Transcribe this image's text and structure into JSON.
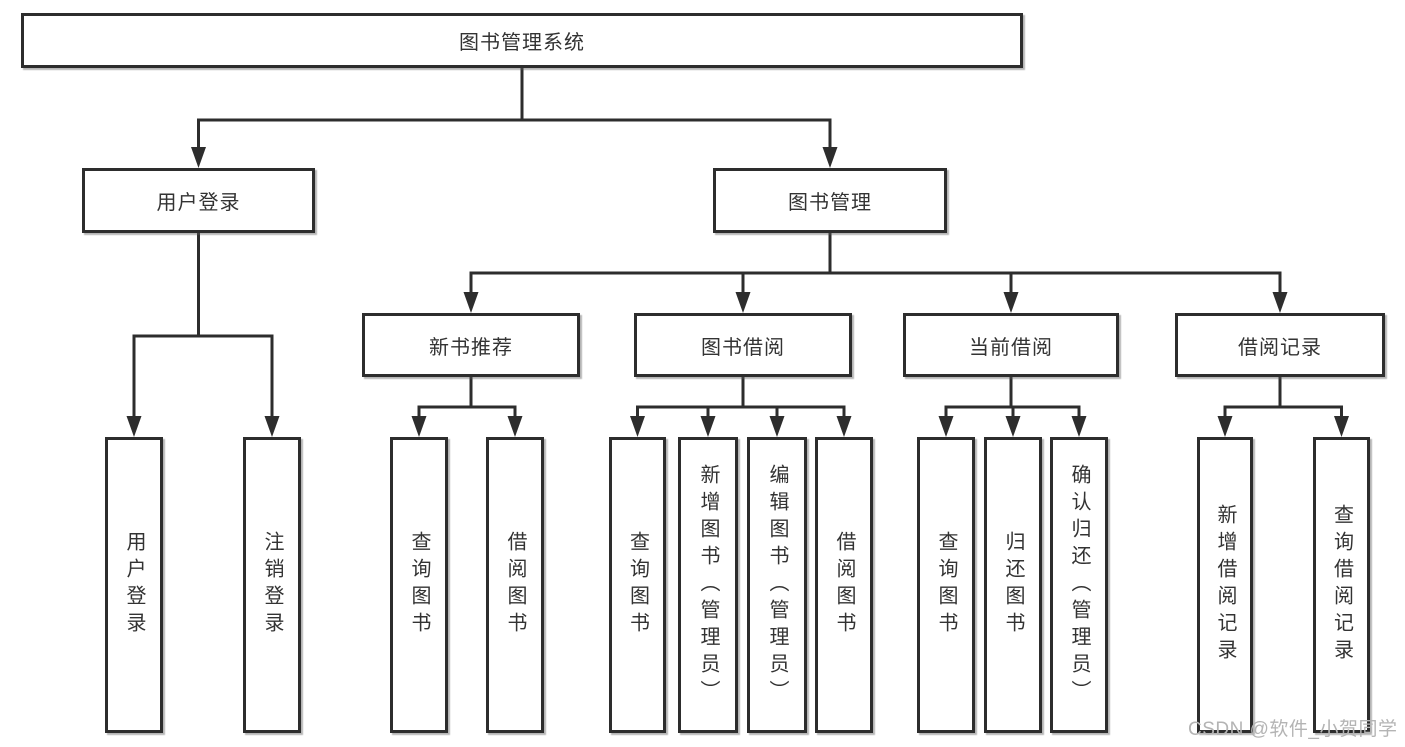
{
  "diagram": {
    "title": "图书管理系统",
    "watermark": "CSDN @软件_小贺同学",
    "colors": {
      "line": "#2d2d2d",
      "border": "#2d2d2d",
      "text": "#333333",
      "watermark": "#b4b4b4",
      "background": "#ffffff"
    },
    "nodes": {
      "root": {
        "label": "图书管理系统"
      },
      "user_login": {
        "label": "用户登录"
      },
      "book_mgmt": {
        "label": "图书管理"
      },
      "new_books": {
        "label": "新书推荐"
      },
      "book_borrow": {
        "label": "图书借阅"
      },
      "current_borrow": {
        "label": "当前借阅"
      },
      "borrow_records": {
        "label": "借阅记录"
      },
      "login": {
        "label": "用户登录"
      },
      "logout": {
        "label": "注销登录"
      },
      "nb_query": {
        "label": "查询图书"
      },
      "nb_borrow": {
        "label": "借阅图书"
      },
      "bb_query": {
        "label": "查询图书"
      },
      "bb_add": {
        "label": "新增图书（管理员）"
      },
      "bb_edit": {
        "label": "编辑图书（管理员）"
      },
      "bb_borrow": {
        "label": "借阅图书"
      },
      "cb_query": {
        "label": "查询图书"
      },
      "cb_return": {
        "label": "归还图书"
      },
      "cb_confirm": {
        "label": "确认归还（管理员）"
      },
      "br_add": {
        "label": "新增借阅记录"
      },
      "br_query": {
        "label": "查询借阅记录"
      }
    },
    "edges": [
      {
        "from": "root",
        "to": "user_login"
      },
      {
        "from": "root",
        "to": "book_mgmt"
      },
      {
        "from": "user_login",
        "to": "login"
      },
      {
        "from": "user_login",
        "to": "logout"
      },
      {
        "from": "book_mgmt",
        "to": "new_books"
      },
      {
        "from": "book_mgmt",
        "to": "book_borrow"
      },
      {
        "from": "book_mgmt",
        "to": "current_borrow"
      },
      {
        "from": "book_mgmt",
        "to": "borrow_records"
      },
      {
        "from": "new_books",
        "to": "nb_query"
      },
      {
        "from": "new_books",
        "to": "nb_borrow"
      },
      {
        "from": "book_borrow",
        "to": "bb_query"
      },
      {
        "from": "book_borrow",
        "to": "bb_add"
      },
      {
        "from": "book_borrow",
        "to": "bb_edit"
      },
      {
        "from": "book_borrow",
        "to": "bb_borrow"
      },
      {
        "from": "current_borrow",
        "to": "cb_query"
      },
      {
        "from": "current_borrow",
        "to": "cb_return"
      },
      {
        "from": "current_borrow",
        "to": "cb_confirm"
      },
      {
        "from": "borrow_records",
        "to": "br_add"
      },
      {
        "from": "borrow_records",
        "to": "br_query"
      }
    ]
  }
}
